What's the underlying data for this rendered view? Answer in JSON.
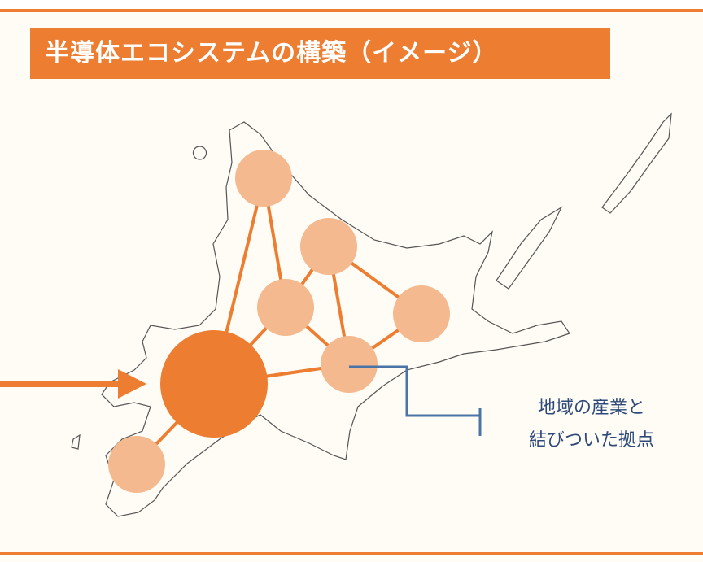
{
  "title": "半導体エコシステムの構築（イメージ）",
  "callout": {
    "line1": "地域の産業と",
    "line2": "結びついた拠点"
  },
  "colors": {
    "accent": "#ed7d31",
    "node": "#f4b98f",
    "callout": "#4a73a8",
    "background": "#fffcf5"
  }
}
